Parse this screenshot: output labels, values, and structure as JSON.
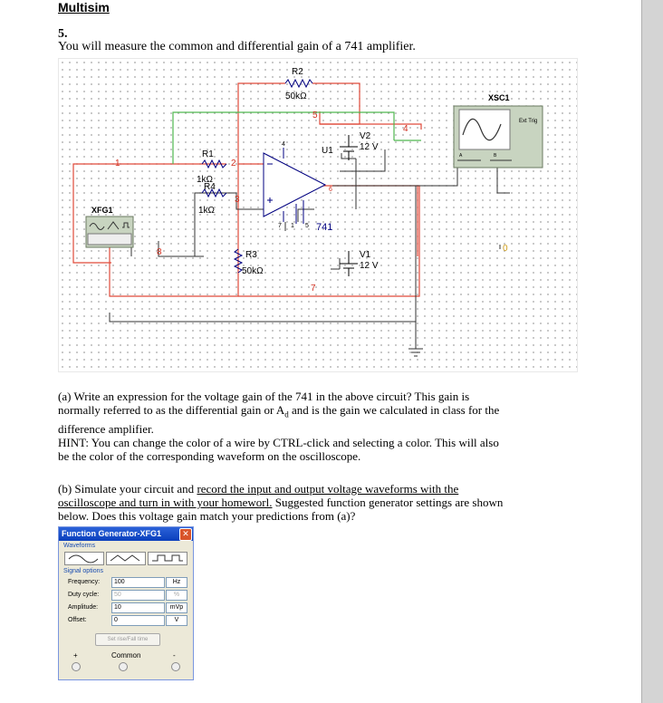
{
  "document": {
    "title": "Multisim",
    "question_number": "5.",
    "intro": "You will measure the common and differential gain of a 741 amplifier.",
    "part_a": {
      "line1": "(a) Write an expression for the voltage gain of the 741 in the above circuit? This gain is",
      "line2a": "normally referred to as the differential gain or A",
      "line2sub": "d",
      "line2b": " and is the gain we calculated in class for the",
      "line3": "difference amplifier.",
      "line4": "HINT: You can change the color of a wire by CTRL-click and selecting a color.  This will also",
      "line5": "be the color of the corresponding waveform on the oscilloscope."
    },
    "part_b": {
      "line1a": "(b) Simulate your circuit and ",
      "line1u": "record the input and output voltage waveforms with the",
      "line2u": "oscilloscope and turn in with your homeworl.",
      "line2b": "  Suggested function generator settings are shown",
      "line3": "below.  Does this voltage gain match your predictions from (a)?"
    }
  },
  "circuit": {
    "labels": {
      "r2": "R2",
      "r2_value": "50kΩ",
      "r1": "R1",
      "r1_value": "1kΩ",
      "r4": "R4",
      "r4_value": "1kΩ",
      "r3": "R3",
      "r3_value": "50kΩ",
      "v2": "V2",
      "v2_value": "12 V",
      "v1": "V1",
      "v1_value": "12 V",
      "u1": "U1",
      "opamp": "741",
      "xsc1": "XSC1",
      "xfg1": "XFG1",
      "ext_trig": "Ext Trig",
      "node1": "1",
      "node2": "2",
      "node3": "3",
      "node4": "4",
      "node5": "5",
      "node6": "6",
      "node7": "7",
      "node8": "8",
      "node0": "0",
      "pin4": "4",
      "pin7": "7",
      "pin1": "1",
      "pin5": "5",
      "scope_a": "A",
      "scope_b": "B"
    },
    "colors": {
      "red_wire": "#e04a3a",
      "green_wire": "#4fb84f",
      "blue_wire": "#2a2ad0",
      "component": "#000080"
    }
  },
  "function_generator": {
    "title": "Function Generator-XFG1",
    "close_icon": "close-icon",
    "waveforms_label": "Waveforms",
    "signal_options_label": "Signal options",
    "rows": [
      {
        "label": "Frequency:",
        "value": "100",
        "unit": "Hz"
      },
      {
        "label": "Duty cycle:",
        "value": "50",
        "unit": "%"
      },
      {
        "label": "Amplitude:",
        "value": "10",
        "unit": "mVp"
      },
      {
        "label": "Offset:",
        "value": "0",
        "unit": "V"
      }
    ],
    "rise_fall_button": "Set rise/Fall time",
    "plus": "+",
    "common": "Common",
    "minus": "-"
  }
}
